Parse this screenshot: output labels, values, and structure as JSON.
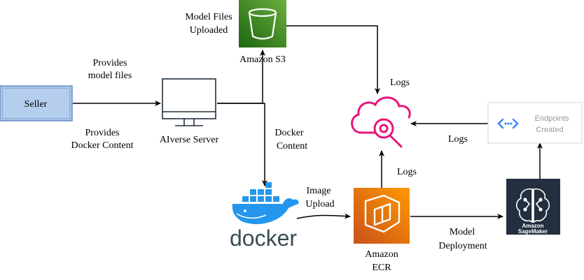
{
  "nodes": {
    "seller": {
      "label": "Seller",
      "fill": "#A9C4EB",
      "stroke": "#6C8EBF"
    },
    "aiverse_server": {
      "label": "AIverse Server"
    },
    "amazon_s3": {
      "label": "Amazon S3",
      "color": "#3F8624"
    },
    "logging": {
      "color": "#E7157B"
    },
    "endpoints": {
      "label_line1": "Endpoints",
      "label_line2": "Created",
      "accent": "#4285F4"
    },
    "docker": {
      "label": "docker",
      "color": "#2496ED",
      "text_color": "#394D54"
    },
    "amazon_ecr": {
      "label_line1": "Amazon",
      "label_line2": "ECR",
      "color": "#ED7100"
    },
    "amazon_sagemaker": {
      "label_line1": "Amazon",
      "label_line2": "SageMaker",
      "color": "#232F3E"
    }
  },
  "edges": {
    "provides_model_files": {
      "line1": "Provides",
      "line2": "model files"
    },
    "provides_docker_content": {
      "line1": "Provides",
      "line2": "Docker Content"
    },
    "model_files_uploaded": {
      "line1": "Model Files",
      "line2": "Uploaded"
    },
    "docker_content": {
      "line1": "Docker",
      "line2": "Content"
    },
    "image_upload": {
      "line1": "Image",
      "line2": "Upload"
    },
    "model_deployment": {
      "line1": "Model",
      "line2": "Deployment"
    },
    "logs_s3": {
      "label": "Logs"
    },
    "logs_ecr": {
      "label": "Logs"
    },
    "logs_endpoints": {
      "label": "Logs"
    }
  }
}
